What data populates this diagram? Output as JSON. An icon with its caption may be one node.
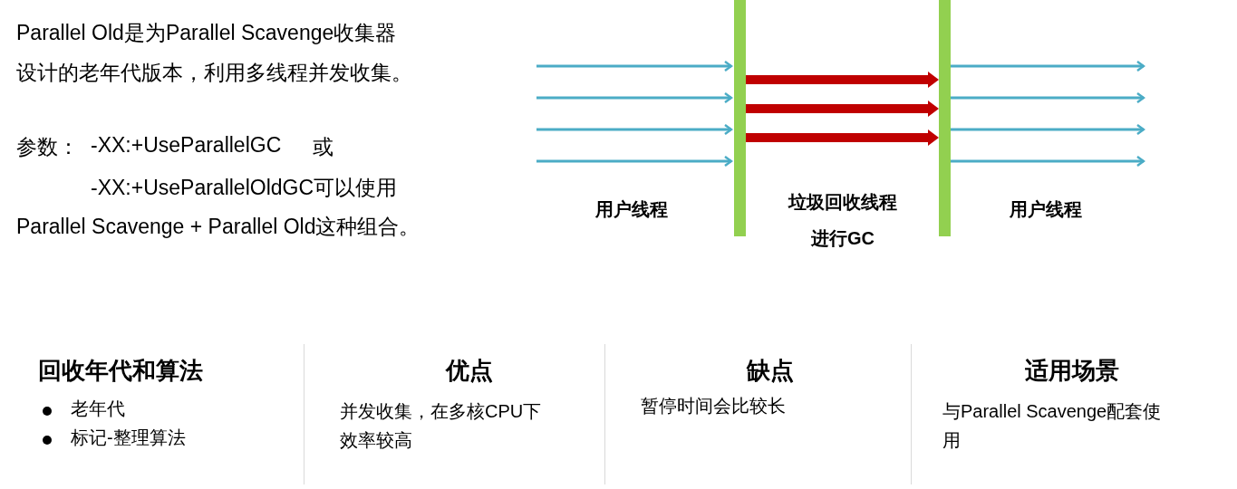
{
  "diagram": {
    "nodes": [
      {
        "text": [],
        "shape": "bar"
      },
      {
        "text": [],
        "shape": "bar"
      }
    ],
    "edges": [
      {
        "from": null,
        "to": 0,
        "arrow": "to"
      },
      {
        "from": null,
        "to": 0,
        "arrow": "to"
      },
      {
        "from": null,
        "to": 0,
        "arrow": "to"
      },
      {
        "from": null,
        "to": 0,
        "arrow": "to"
      },
      {
        "from": 0,
        "to": 1,
        "arrow": "to",
        "style": "thick",
        "color": "#c00000"
      },
      {
        "from": 0,
        "to": 1,
        "arrow": "to",
        "style": "thick",
        "color": "#c00000"
      },
      {
        "from": 0,
        "to": 1,
        "arrow": "to",
        "style": "thick",
        "color": "#c00000"
      },
      {
        "from": 1,
        "to": null,
        "arrow": "to"
      },
      {
        "from": 1,
        "to": null,
        "arrow": "to"
      },
      {
        "from": 1,
        "to": null,
        "arrow": "to"
      },
      {
        "from": 1,
        "to": null,
        "arrow": "to"
      }
    ],
    "labels": [
      "Parallel Old是为Parallel Scavenge收集器设计的老年代版本，利用多线程并发收集。",
      "参数：",
      "-XX:+UseParallelGC",
      "或",
      "-XX:+UseParallelOldGC可以使用",
      "Parallel Scavenge + Parallel Old这种组合。",
      "用户线程",
      "垃圾回收线程进行GC",
      "用户线程",
      "回收年代和算法",
      "老年代",
      "标记-整理算法",
      "优点",
      "并发收集，在多核CPU下效率较高",
      "缺点",
      "暂停时间会比较长",
      "适用场景",
      "与Parallel Scavenge配套使用"
    ]
  }
}
